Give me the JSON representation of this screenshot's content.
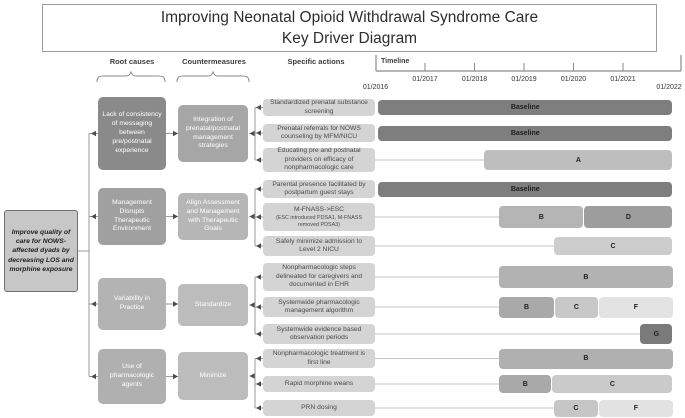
{
  "title": {
    "line1": "Improving Neonatal Opioid Withdrawal Syndrome Care",
    "line2": "Key Driver Diagram"
  },
  "headers": {
    "root_causes": "Root causes",
    "countermeasures": "Countermeasures",
    "specific_actions": "Specific actions",
    "timeline": "Timeline"
  },
  "timeline": {
    "tick_labels": [
      "01/2016",
      "01/2017",
      "01/2018",
      "01/2019",
      "01/2020",
      "01/2021",
      "01/2022"
    ],
    "years": [
      2016,
      2017,
      2018,
      2019,
      2020,
      2021,
      2022
    ]
  },
  "goal": {
    "label": "Improve quality of care for NOWS-affected dyads by decreasing LOS and morphine exposure",
    "fill": "#c7c7c7"
  },
  "groups": [
    {
      "root_cause": {
        "label": "Lack of consistency of messaging between pre/postnatal experience",
        "fill": "#8a8a8a"
      },
      "countermeasure": {
        "label": "Integration of prenatal/postnatal management strategies",
        "fill": "#a6a6a6"
      },
      "actions": [
        {
          "label": "Standardized prenatal substance screening",
          "bars": [
            {
              "label": "Baseline",
              "start": 2016.05,
              "end": 2022,
              "fill": "#7e7e7e"
            }
          ]
        },
        {
          "label": "Prenatal referrals for NOWS counseling by MFM/NICU",
          "bars": [
            {
              "label": "Baseline",
              "start": 2016.05,
              "end": 2022,
              "fill": "#7e7e7e"
            }
          ]
        },
        {
          "label": "Educating pre and postnatal providers on efficacy of nonpharmacologic care",
          "bars": [
            {
              "label": "A",
              "start": 2018.2,
              "end": 2022,
              "fill": "#bebebe"
            }
          ]
        }
      ]
    },
    {
      "root_cause": {
        "label": "Management Disrupts Therapeutic Environment",
        "fill": "#a0a0a0"
      },
      "countermeasure": {
        "label": "Align Assessment and Management with Therapeutic Goals",
        "fill": "#b6b6b6"
      },
      "actions": [
        {
          "label": "Parental presence facilitated by postpartum guest stays",
          "bars": [
            {
              "label": "Baseline",
              "start": 2016.05,
              "end": 2022,
              "fill": "#7e7e7e"
            }
          ]
        },
        {
          "label": "M-FNASS->ESC",
          "sub": "(ESC introduced PDSA1, M-FNASS removed PDSA3)",
          "bars": [
            {
              "label": "B",
              "start": 2018.5,
              "end": 2020.2,
              "fill": "#b5b5b5"
            },
            {
              "label": "D",
              "start": 2020.2,
              "end": 2022,
              "fill": "#9d9d9d"
            }
          ]
        },
        {
          "label": "Safely minimize admission to Level 2 NICU",
          "bars": [
            {
              "label": "C",
              "start": 2019.6,
              "end": 2022,
              "fill": "#cdcdcd"
            }
          ]
        }
      ]
    },
    {
      "root_cause": {
        "label": "Variability in Practice",
        "fill": "#b3b3b3"
      },
      "countermeasure": {
        "label": "Standardize",
        "fill": "#bcbcbc"
      },
      "actions": [
        {
          "label": "Nonpharmacologic steps delineated for caregivers and documented in EHR",
          "bars": [
            {
              "label": "B",
              "start": 2018.5,
              "end": 2022,
              "fill": "#b2b2b2"
            }
          ]
        },
        {
          "label": "Systemwide pharmacologic management algorithm",
          "bars": [
            {
              "label": "B",
              "start": 2018.5,
              "end": 2019.6,
              "fill": "#a9a9a9"
            },
            {
              "label": "C",
              "start": 2019.6,
              "end": 2020.5,
              "fill": "#c8c8c8"
            },
            {
              "label": "F",
              "start": 2020.5,
              "end": 2022,
              "fill": "#e3e3e3"
            }
          ]
        },
        {
          "label": "Systemwide evidence based observation periods",
          "bars": [
            {
              "label": "G",
              "start": 2021.35,
              "end": 2022,
              "fill": "#7a7a7a"
            }
          ]
        }
      ]
    },
    {
      "root_cause": {
        "label": "Use of pharmacologic agents",
        "fill": "#b0b0b0"
      },
      "countermeasure": {
        "label": "Minimize",
        "fill": "#bcbcbc"
      },
      "actions": [
        {
          "label": "Nonpharmacologic treatment is first line",
          "bars": [
            {
              "label": "B",
              "start": 2018.5,
              "end": 2022,
              "fill": "#b0b0b0"
            }
          ]
        },
        {
          "label": "Rapid morphine weans",
          "bars": [
            {
              "label": "B",
              "start": 2018.5,
              "end": 2019.55,
              "fill": "#a9a9a9"
            },
            {
              "label": "C",
              "start": 2019.55,
              "end": 2022,
              "fill": "#cacaca"
            }
          ]
        },
        {
          "label": "PRN dosing",
          "bars": [
            {
              "label": "C",
              "start": 2019.6,
              "end": 2020.5,
              "fill": "#c6c6c6"
            },
            {
              "label": "F",
              "start": 2020.5,
              "end": 2022,
              "fill": "#e2e2e2"
            }
          ]
        }
      ]
    }
  ],
  "colors": {
    "axis": "#8a8a8a",
    "connector": "#9a9a9a",
    "arrow": "#4d4d4d",
    "action_link": "#c4c4c4",
    "bar_text": "#1f1f1f",
    "action_fill": "#d4d4d4"
  }
}
